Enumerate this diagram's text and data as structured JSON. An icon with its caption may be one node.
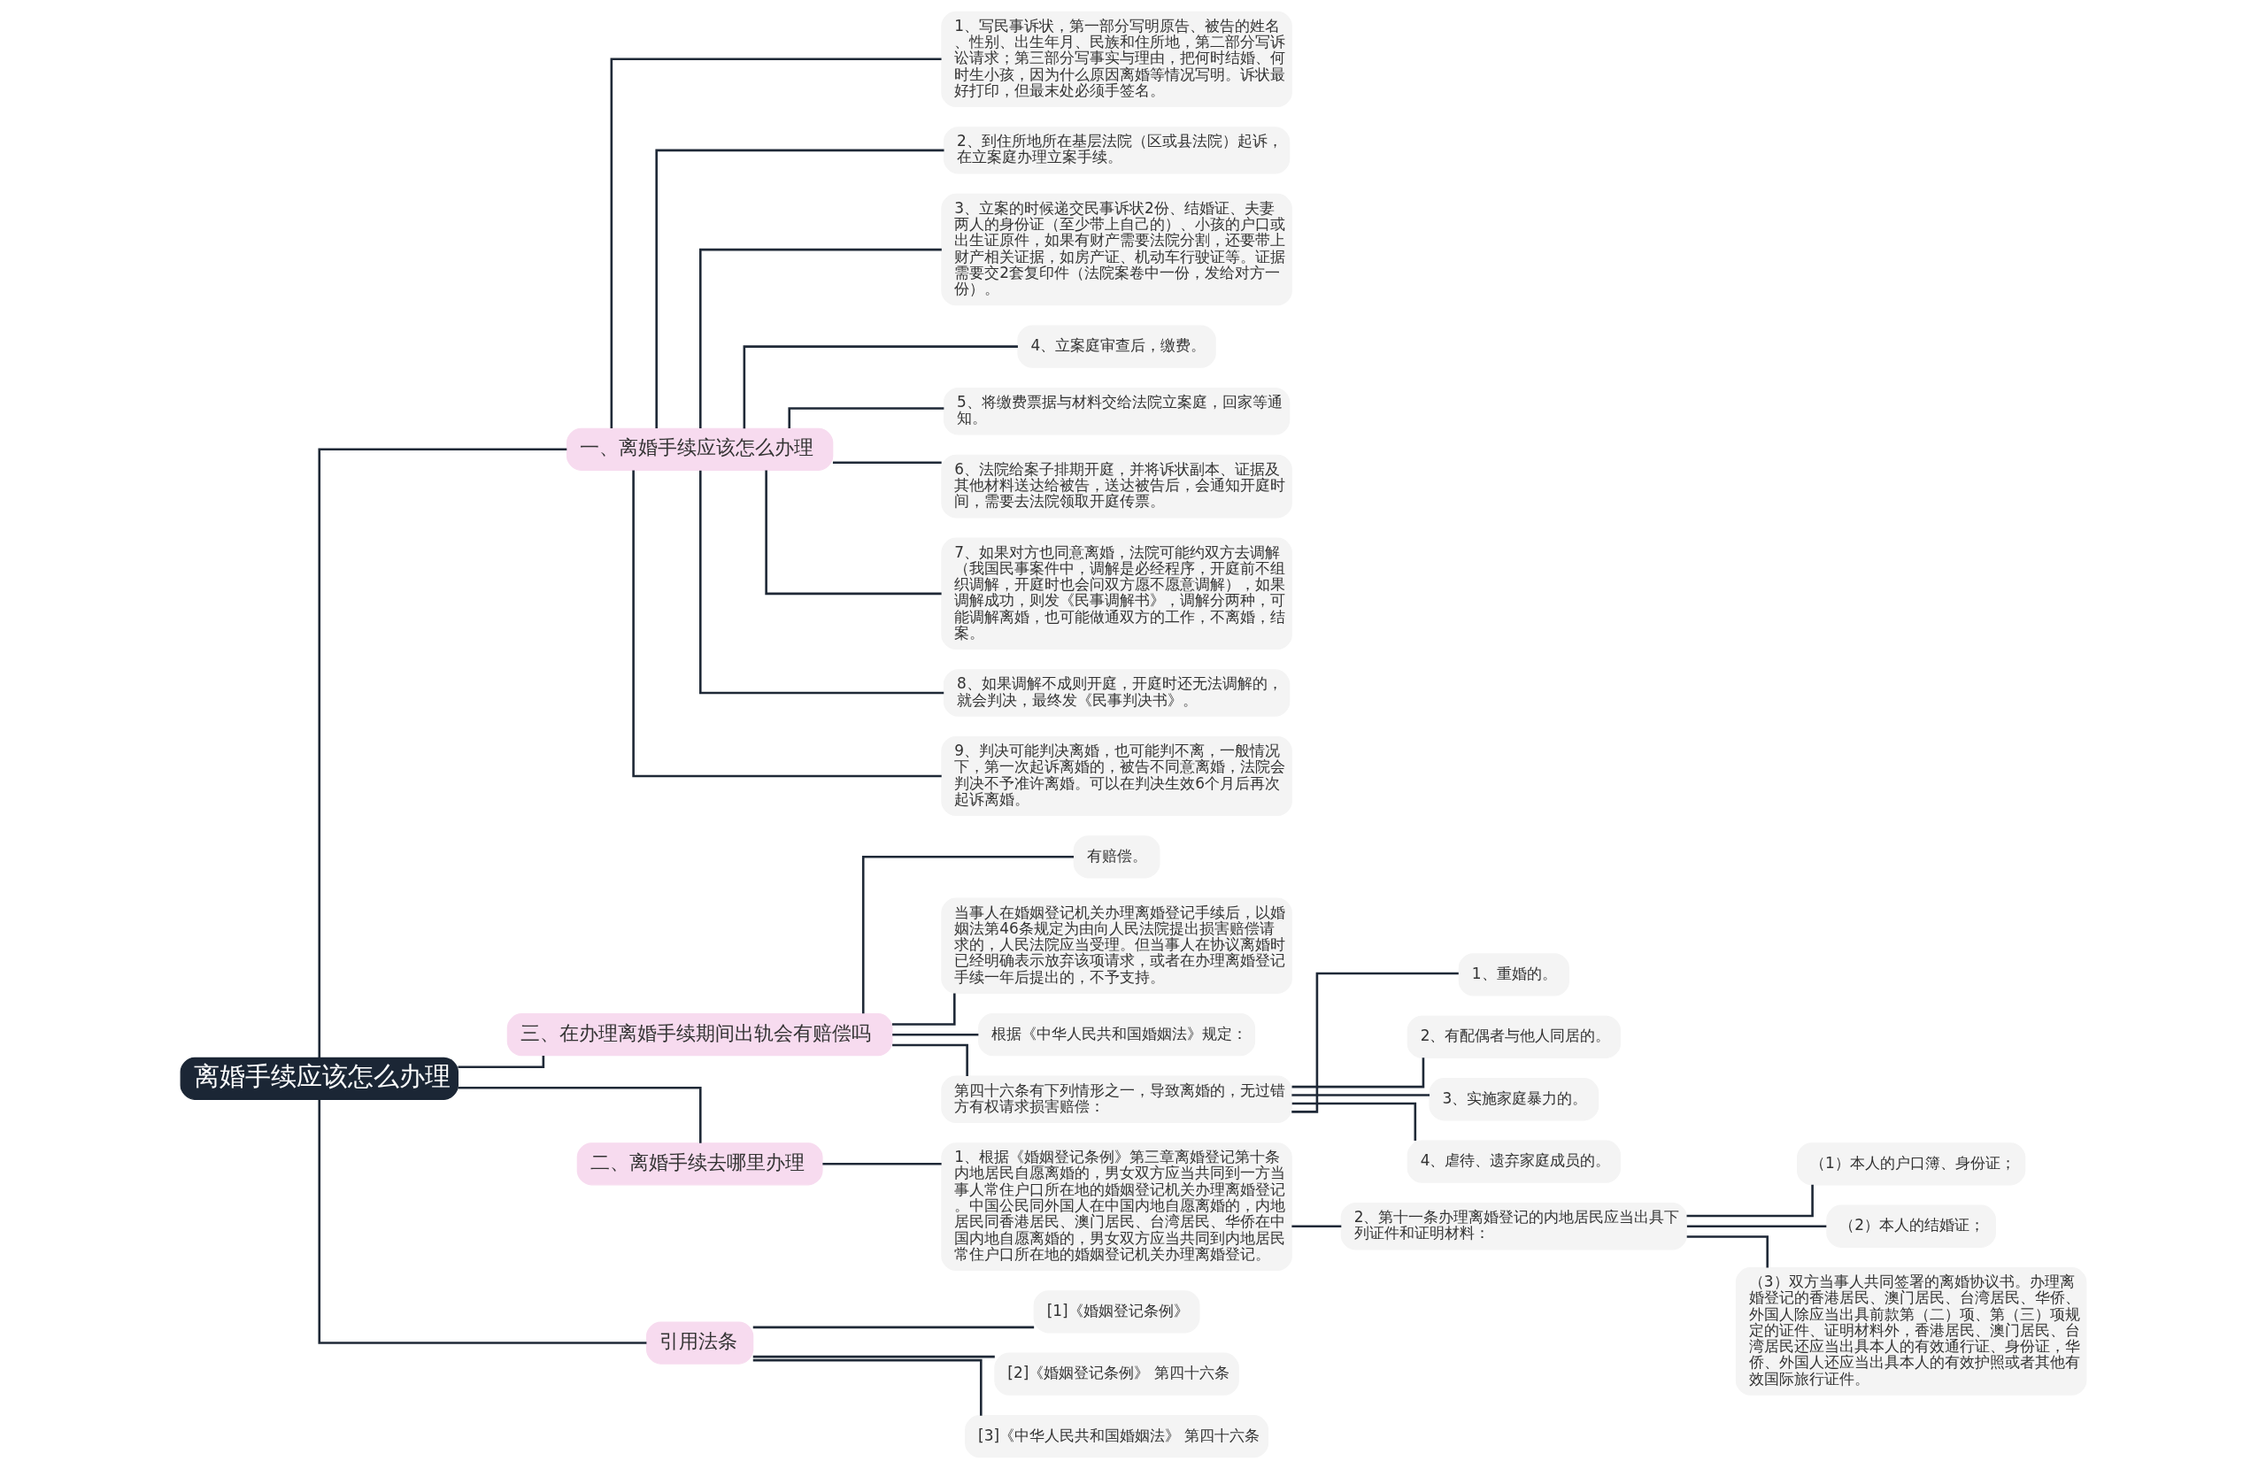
{
  "diagram": {
    "nodes": [
      {
        "text": [
          "离婚手续应该怎么办理"
        ]
      },
      {
        "text": [
          "一、离婚手续应该怎么办理"
        ]
      },
      {
        "text": [
          "1、写民事诉状，第一部分写明原告、被告的姓名、性别、出生年月、民族和住所地，第二部分写诉讼请求；第三部分写事实与理由，把何时结婚、何时生小孩，因为什么原因离婚等情况写明。诉状最好打印，但最末处必须手签名。"
        ]
      },
      {
        "text": [
          "2、到住所地所在基层法院（区或县法院）起诉，在立案庭办理立案手续。"
        ]
      },
      {
        "text": [
          "3、立案的时候递交民事诉状2份、结婚证、夫妻两人的身份证（至少带上自己的）、小孩的户口或出生证原件，如果有财产需要法院分割，还要带上财产相关证据，如房产证、机动车行驶证等。证据需要交2套复印件（法院案卷中一份，发给对方一份）。"
        ]
      },
      {
        "text": [
          "4、立案庭审查后，缴费。"
        ]
      },
      {
        "text": [
          "5、将缴费票据与材料交给法院立案庭，回家等通知。"
        ]
      },
      {
        "text": [
          "6、法院给案子排期开庭，并将诉状副本、证据及其他材料送达给被告，送达被告后，会通知开庭时间，需要去法院领取开庭传票。"
        ]
      },
      {
        "text": [
          "7、如果对方也同意离婚，法院可能约双方去调解（我国民事案件中，调解是必经程序，开庭前不组织调解，开庭时也会问双方愿不愿意调解），如果调解成功，则发《民事调解书》，调解分两种，可能调解离婚，也可能做通双方的工作，不离婚，结案。"
        ]
      },
      {
        "text": [
          "8、如果调解不成则开庭，开庭时还无法调解的，就会判决，最终发《民事判决书》。"
        ]
      },
      {
        "text": [
          "9、判决可能判决离婚，也可能判不离，一般情况下，第一次起诉离婚的，被告不同意离婚，法院会判决不予准许离婚。可以在判决生效6个月后再次起诉离婚。"
        ]
      },
      {
        "text": [
          "三、在办理离婚手续期间出轨会有赔偿吗"
        ]
      },
      {
        "text": [
          "有赔偿。"
        ]
      },
      {
        "text": [
          "当事人在婚姻登记机关办理离婚登记手续后，以婚姻法第46条规定为由向人民法院提出损害赔偿请求的，人民法院应当受理。但当事人在协议离婚时已经明确表示放弃该项请求，或者在办理离婚登记手续一年后提出的，不予支持。"
        ]
      },
      {
        "text": [
          "根据《中华人民共和国婚姻法》规定："
        ]
      },
      {
        "text": [
          "第四十六条有下列情形之一，导致离婚的，无过错方有权请求损害赔偿："
        ]
      },
      {
        "text": [
          "1、重婚的。"
        ]
      },
      {
        "text": [
          "2、有配偶者与他人同居的。"
        ]
      },
      {
        "text": [
          "3、实施家庭暴力的。"
        ]
      },
      {
        "text": [
          "4、虐待、遗弃家庭成员的。"
        ]
      },
      {
        "text": [
          "二、离婚手续去哪里办理"
        ]
      },
      {
        "text": [
          "1、根据《婚姻登记条例》第三章离婚登记第十条内地居民自愿离婚的，男女双方应当共同到一方当事人常住户口所在地的婚姻登记机关办理离婚登记。中国公民同外国人在中国内地自愿离婚的，内地居民同香港居民、澳门居民、台湾居民、华侨在中国内地自愿离婚的，男女双方应当共同到内地居民常住户口所在地的婚姻登记机关办理离婚登记。"
        ]
      },
      {
        "text": [
          "2、第十一条办理离婚登记的内地居民应当出具下列证件和证明材料："
        ]
      },
      {
        "text": [
          "（1）本人的户口簿、身份证；"
        ]
      },
      {
        "text": [
          "（2）本人的结婚证；"
        ]
      },
      {
        "text": [
          "（3）双方当事人共同签署的离婚协议书。办理离婚登记的香港居民、澳门居民、台湾居民、华侨、外国人除应当出具前款第（二）项、第（三）项规定的证件、证明材料外，香港居民、澳门居民、台湾居民还应当出具本人的有效通行证、身份证，华侨、外国人还应当出具本人的有效护照或者其他有效国际旅行证件。"
        ]
      },
      {
        "text": [
          "引用法条"
        ]
      },
      {
        "text": [
          "[1]《婚姻登记条例》"
        ]
      },
      {
        "text": [
          "[2]《婚姻登记条例》 第四十六条"
        ]
      },
      {
        "text": [
          "[3]《中华人民共和国婚姻法》 第四十六条"
        ]
      }
    ],
    "edges": [
      {
        "from": 0,
        "to": 1,
        "arrow": "none"
      },
      {
        "from": 1,
        "to": 2,
        "arrow": "none"
      },
      {
        "from": 1,
        "to": 3,
        "arrow": "none"
      },
      {
        "from": 1,
        "to": 4,
        "arrow": "none"
      },
      {
        "from": 1,
        "to": 5,
        "arrow": "none"
      },
      {
        "from": 1,
        "to": 6,
        "arrow": "none"
      },
      {
        "from": 1,
        "to": 7,
        "arrow": "none"
      },
      {
        "from": 1,
        "to": 8,
        "arrow": "none"
      },
      {
        "from": 1,
        "to": 9,
        "arrow": "none"
      },
      {
        "from": 1,
        "to": 10,
        "arrow": "none"
      },
      {
        "from": 0,
        "to": 11,
        "arrow": "none"
      },
      {
        "from": 11,
        "to": 12,
        "arrow": "none"
      },
      {
        "from": 11,
        "to": 13,
        "arrow": "none"
      },
      {
        "from": 11,
        "to": 14,
        "arrow": "none"
      },
      {
        "from": 11,
        "to": 15,
        "arrow": "none"
      },
      {
        "from": 15,
        "to": 16,
        "arrow": "none"
      },
      {
        "from": 15,
        "to": 17,
        "arrow": "none"
      },
      {
        "from": 15,
        "to": 18,
        "arrow": "none"
      },
      {
        "from": 15,
        "to": 19,
        "arrow": "none"
      },
      {
        "from": 0,
        "to": 20,
        "arrow": "none"
      },
      {
        "from": 20,
        "to": 21,
        "arrow": "none"
      },
      {
        "from": 21,
        "to": 22,
        "arrow": "none"
      },
      {
        "from": 22,
        "to": 23,
        "arrow": "none"
      },
      {
        "from": 22,
        "to": 24,
        "arrow": "none"
      },
      {
        "from": 22,
        "to": 25,
        "arrow": "none"
      },
      {
        "from": 0,
        "to": 26,
        "arrow": "none"
      },
      {
        "from": 26,
        "to": 27,
        "arrow": "none"
      },
      {
        "from": 26,
        "to": 28,
        "arrow": "none"
      },
      {
        "from": 26,
        "to": 29,
        "arrow": "none"
      }
    ]
  }
}
